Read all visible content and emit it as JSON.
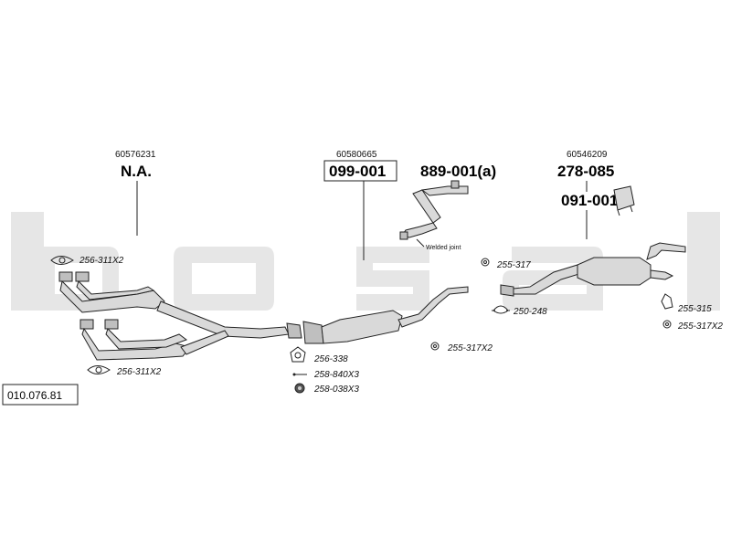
{
  "diagram_code": "010.076.81",
  "groups": [
    {
      "id": "front",
      "oem": "60576231",
      "part": "N.A."
    },
    {
      "id": "middle",
      "oem": "60580665",
      "part": "099-001"
    },
    {
      "id": "pipe",
      "part": "889-001(a)",
      "note": "Welded joint"
    },
    {
      "id": "rear",
      "oem": "60546209",
      "part": "278-085",
      "extra_part": "091-001"
    }
  ],
  "refs": {
    "r1": "256-311X2",
    "r2": "256-311X2",
    "r3": "256-338",
    "r4": "258-840X3",
    "r5": "258-038X3",
    "r6": "255-317",
    "r7": "250-248",
    "r8": "255-317X2",
    "r9": "255-315",
    "r10": "255-317X2"
  },
  "colors": {
    "watermark": "#e6e6e6",
    "part_fill": "#d9d9d9",
    "line": "#222222"
  }
}
